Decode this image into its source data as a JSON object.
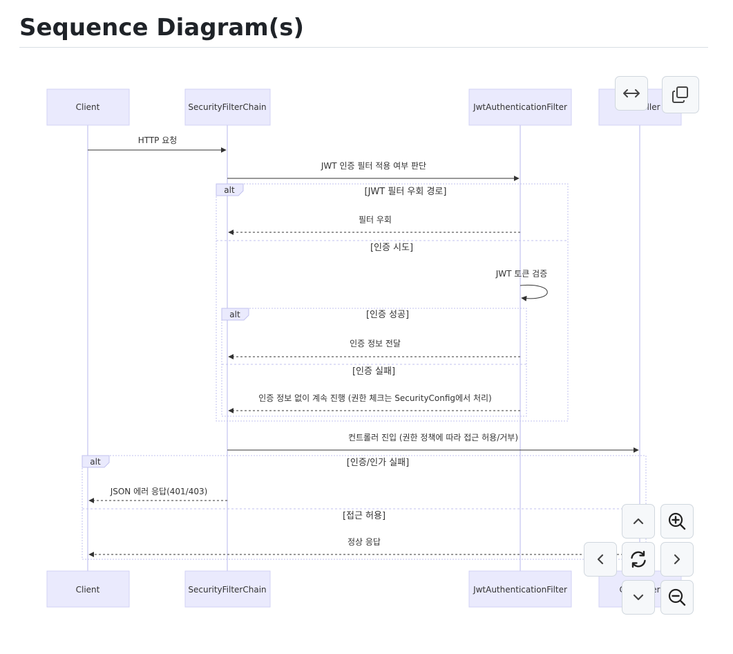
{
  "page": {
    "title": "Sequence Diagram(s)"
  },
  "diagram": {
    "participants": [
      {
        "id": "client",
        "label": "Client"
      },
      {
        "id": "chain",
        "label": "SecurityFilterChain"
      },
      {
        "id": "jwt",
        "label": "JwtAuthenticationFilter"
      },
      {
        "id": "controller",
        "label": "Controller"
      }
    ],
    "messages": [
      {
        "from": "client",
        "to": "chain",
        "label": "HTTP 요청",
        "style": "solid"
      },
      {
        "from": "chain",
        "to": "jwt",
        "label": "JWT 인증 필터 적용 여부 판단",
        "style": "solid"
      },
      {
        "from": "jwt",
        "to": "chain",
        "label": "필터 우회",
        "style": "dashed"
      },
      {
        "from": "jwt",
        "to": "jwt",
        "label": "JWT 토큰 검증",
        "style": "solid"
      },
      {
        "from": "jwt",
        "to": "chain",
        "label": "인증 정보 전달",
        "style": "dashed"
      },
      {
        "from": "jwt",
        "to": "chain",
        "label": "인증 정보 없이 계속 진행 (권한 체크는 SecurityConfig에서 처리)",
        "style": "dashed"
      },
      {
        "from": "chain",
        "to": "controller",
        "label": "컨트롤러 진입 (권한 정책에 따라 접근 허용/거부)",
        "style": "solid"
      },
      {
        "from": "chain",
        "to": "client",
        "label": "JSON 에러 응답(401/403)",
        "style": "dashed"
      },
      {
        "from": "controller",
        "to": "client",
        "label": "정상 응답",
        "style": "dashed"
      }
    ],
    "fragments": [
      {
        "keyword": "alt",
        "sections": [
          "[JWT 필터 우회 경로]",
          "[인증 시도]"
        ]
      },
      {
        "keyword": "alt",
        "sections": [
          "[인증 성공]",
          "[인증 실패]"
        ]
      },
      {
        "keyword": "alt",
        "sections": [
          "[인증/인가 실패]",
          "[접근 허용]"
        ]
      }
    ],
    "colors": {
      "actor_fill": "#eaeafd",
      "actor_stroke": "#d1d1f5",
      "lifeline": "#cfcff3",
      "fragment": "#c2c2ef",
      "arrow": "#333333"
    }
  },
  "controls": {
    "fit": {
      "icon": "fit-width-icon"
    },
    "copy": {
      "icon": "copy-icon"
    },
    "pan_up": {
      "icon": "chevron-up-icon"
    },
    "pan_left": {
      "icon": "chevron-left-icon"
    },
    "pan_right": {
      "icon": "chevron-right-icon"
    },
    "pan_down": {
      "icon": "chevron-down-icon"
    },
    "zoom_in": {
      "icon": "zoom-in-icon"
    },
    "zoom_out": {
      "icon": "zoom-out-icon"
    },
    "reset": {
      "icon": "reset-icon"
    }
  }
}
